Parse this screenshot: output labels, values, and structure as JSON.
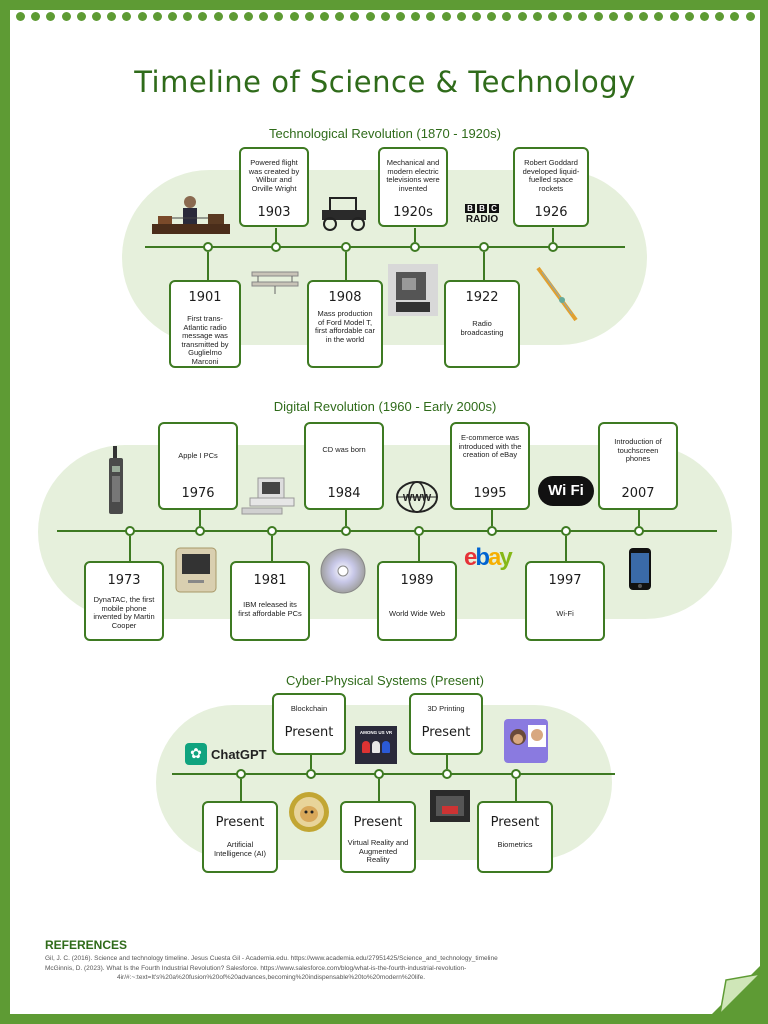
{
  "title": "Timeline of Science & Technology",
  "sections": {
    "tech": {
      "title": "Technological Revolution (1870 - 1920s)",
      "top": [
        {
          "year": "1903",
          "desc": "Powered flight was created by Wilbur and Orville Wright"
        },
        {
          "year": "1920s",
          "desc": "Mechanical and modern electric televisions were invented"
        },
        {
          "year": "1926",
          "desc": "Robert Goddard developed liquid-fuelled space rockets"
        }
      ],
      "bottom": [
        {
          "year": "1901",
          "desc": "First trans-Atlantic radio message was transmitted by Guglielmo Marconi"
        },
        {
          "year": "1908",
          "desc": "Mass production of Ford Model T, first affordable car in the world"
        },
        {
          "year": "1922",
          "desc": "Radio broadcasting"
        }
      ],
      "bbc_line1": "BBC",
      "bbc_line2": "RADIO"
    },
    "digital": {
      "title": "Digital Revolution (1960 - Early 2000s)",
      "top": [
        {
          "year": "1976",
          "desc": "Apple I PCs"
        },
        {
          "year": "1984",
          "desc": "CD was born"
        },
        {
          "year": "1995",
          "desc": "E-commerce was introduced with the creation of eBay"
        },
        {
          "year": "2007",
          "desc": "Introduction of touchscreen phones"
        }
      ],
      "bottom": [
        {
          "year": "1973",
          "desc": "DynaTAC, the first mobile phone invented by Martin Cooper"
        },
        {
          "year": "1981",
          "desc": "IBM released its first affordable PCs"
        },
        {
          "year": "1989",
          "desc": "World Wide Web"
        },
        {
          "year": "1997",
          "desc": "Wi-Fi"
        }
      ],
      "www": "WWW",
      "wifi": "Wi Fi",
      "ebay": [
        "e",
        "b",
        "a",
        "y"
      ]
    },
    "cps": {
      "title": "Cyber-Physical Systems (Present)",
      "top": [
        {
          "year": "Present",
          "desc": "Blockchain"
        },
        {
          "year": "Present",
          "desc": "3D Printing"
        }
      ],
      "bottom": [
        {
          "year": "Present",
          "desc": "Artificial Intelligence (AI)"
        },
        {
          "year": "Present",
          "desc": "Virtual Reality and Augmented Reality"
        },
        {
          "year": "Present",
          "desc": "Biometrics"
        }
      ],
      "chatgpt": "ChatGPT",
      "among_us": "AMONG US VR"
    }
  },
  "references": {
    "heading": "REFERENCES",
    "items": [
      "Gil, J. C. (2016). Science and technology timeline. Jesus Cuesta Gil - Academia.edu. https://www.academia.edu/27951425/Science_and_technology_timeline",
      "McGinnis, D. (2023). What Is the Fourth Industrial Revolution? Salesforce. https://www.salesforce.com/blog/what-is-the-fourth-industrial-revolution-",
      "4ir/#:~:text=It's%20a%20fusion%20of%20advances,becoming%20indispensable%20to%20modern%20life."
    ]
  },
  "colors": {
    "border": "#5e9b34",
    "dark_green": "#2f6b1a",
    "band": "#e6f0dc"
  }
}
